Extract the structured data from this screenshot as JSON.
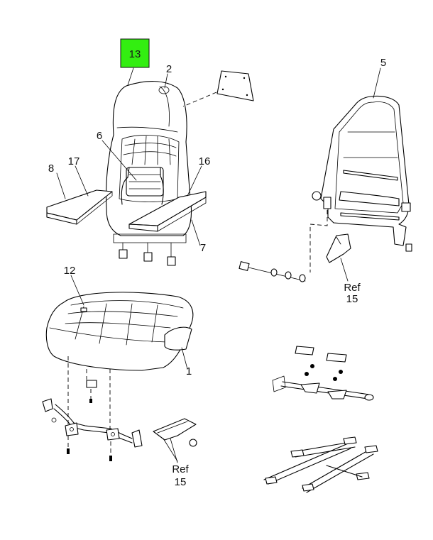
{
  "highlight": {
    "label": "13",
    "color": "#33ee11"
  },
  "callouts": {
    "c1": "1",
    "c2": "2",
    "c5": "5",
    "c6": "6",
    "c7": "7",
    "c8": "8",
    "c12": "12",
    "c16": "16",
    "c17": "17",
    "ref_a_word": "Ref",
    "ref_a_num": "15",
    "ref_b_word": "Ref",
    "ref_b_num": "15"
  }
}
